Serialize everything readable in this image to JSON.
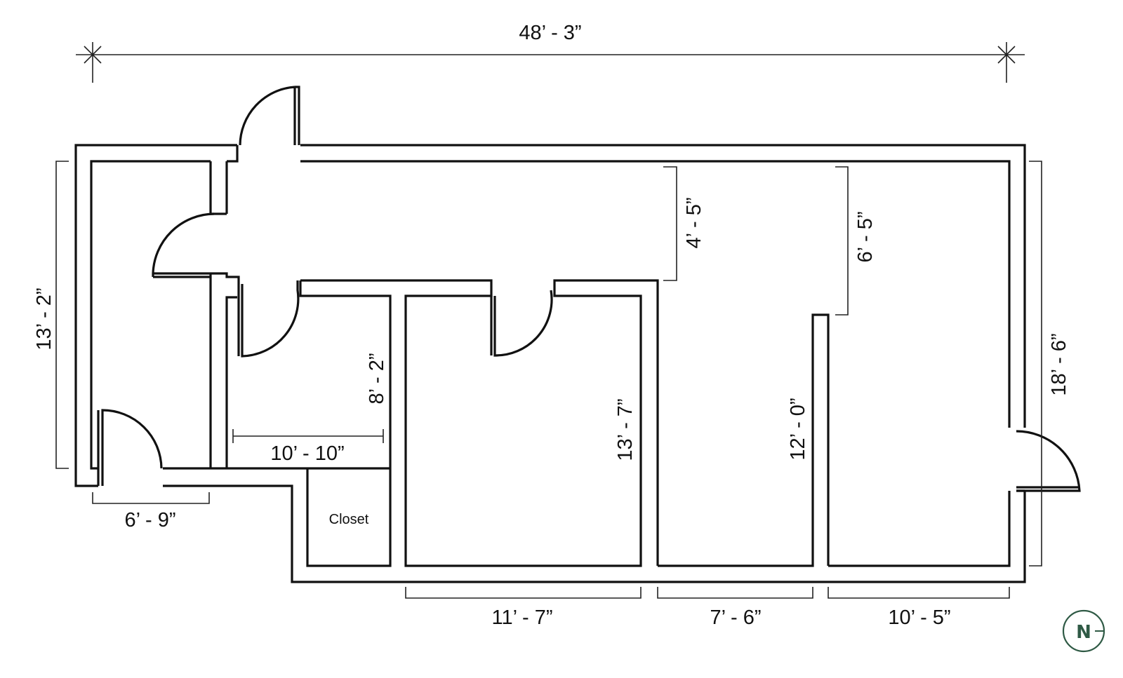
{
  "dimensions": {
    "overall_width": "48’ - 3”",
    "left_wing_height": "13’ - 2”",
    "right_height": "18’ - 6”",
    "left_wing_width": "6’ - 9”",
    "room1_depth": "8’ - 2”",
    "room1_width": "10’ - 10”",
    "room2_depth": "13’ - 7”",
    "room3_depth": "12’ - 0”",
    "hall_depth_a": "4’ - 5”",
    "hall_depth_b": "6’ - 5”",
    "room2_width": "11’ - 7”",
    "room3_width": "7’ - 6”",
    "room4_width": "10’ - 5”"
  },
  "labels": {
    "closet": "Closet"
  },
  "compass": {
    "letter": "N",
    "color": "#2f5a45"
  }
}
